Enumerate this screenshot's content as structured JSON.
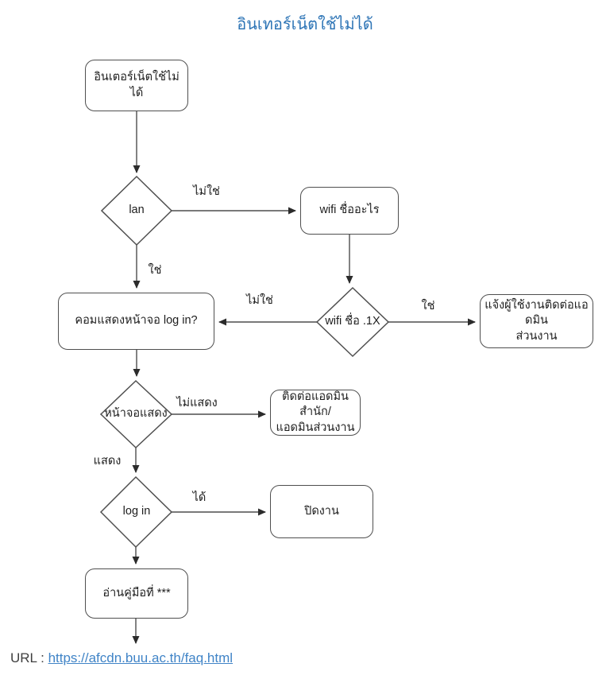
{
  "title": "อินเทอร์เน็ตใช้ไม่ได้",
  "nodes": {
    "start": "อินเตอร์เน็ตใช้ไม่ได้",
    "lan": "lan",
    "wifi_name": "wifi ชื่ออะไร",
    "login_prompt": "คอมแสดงหน้าจอ log in?",
    "wifi_1x": "wifi ชื่อ .1X",
    "notify_admin": "แจ้งผู้ใช้งานติดต่อแอดมิน\nส่วนงาน",
    "screen_show": "หน้าจอแสดง",
    "contact_admin": "ติดต่อแอดมินสำนัก/\nแอดมินส่วนงาน",
    "login": "log in",
    "close_job": "ปิดงาน",
    "read_manual": "อ่านคู่มือที่ ***"
  },
  "edge_labels": {
    "lan_no": "ไม่ใช่",
    "lan_yes": "ใช่",
    "wifi1x_no": "ไม่ใช่",
    "wifi1x_yes": "ใช่",
    "screen_no": "ไม่แสดง",
    "screen_yes": "แสดง",
    "login_yes": "ได้"
  },
  "footer": {
    "url_prefix": "URL :",
    "url": "https://afcdn.buu.ac.th/faq.html"
  },
  "colors": {
    "title_blue": "#2e75b6",
    "link_blue": "#4084c7",
    "line": "#4d4d4d",
    "node_border": "#4f4f4f",
    "background": "#ffffff"
  }
}
